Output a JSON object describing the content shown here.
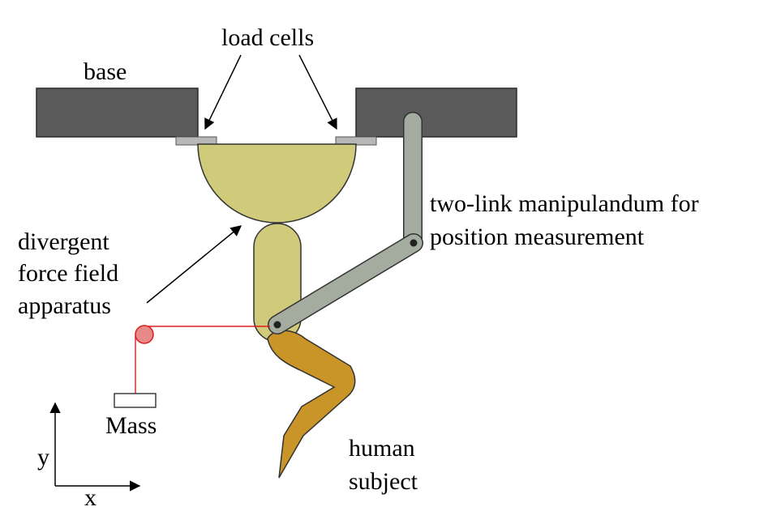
{
  "labels": {
    "load_cells": "load cells",
    "base": "base",
    "manipulandum_line1": "two-link manipulandum for",
    "manipulandum_line2": "position measurement",
    "apparatus_line1": "divergent",
    "apparatus_line2": "force field",
    "apparatus_line3": "apparatus",
    "mass": "Mass",
    "human_line1": "human",
    "human_line2": "subject",
    "axis_y": "y",
    "axis_x": "x"
  },
  "colors": {
    "base": "#5a5a5a",
    "load_cell": "#b7b7b7",
    "apparatus": "#d0cb7a",
    "manipulandum": "#a4aca0",
    "human": "#c99428",
    "cable": "#d81e1e",
    "pulley": "#e98a8a"
  }
}
